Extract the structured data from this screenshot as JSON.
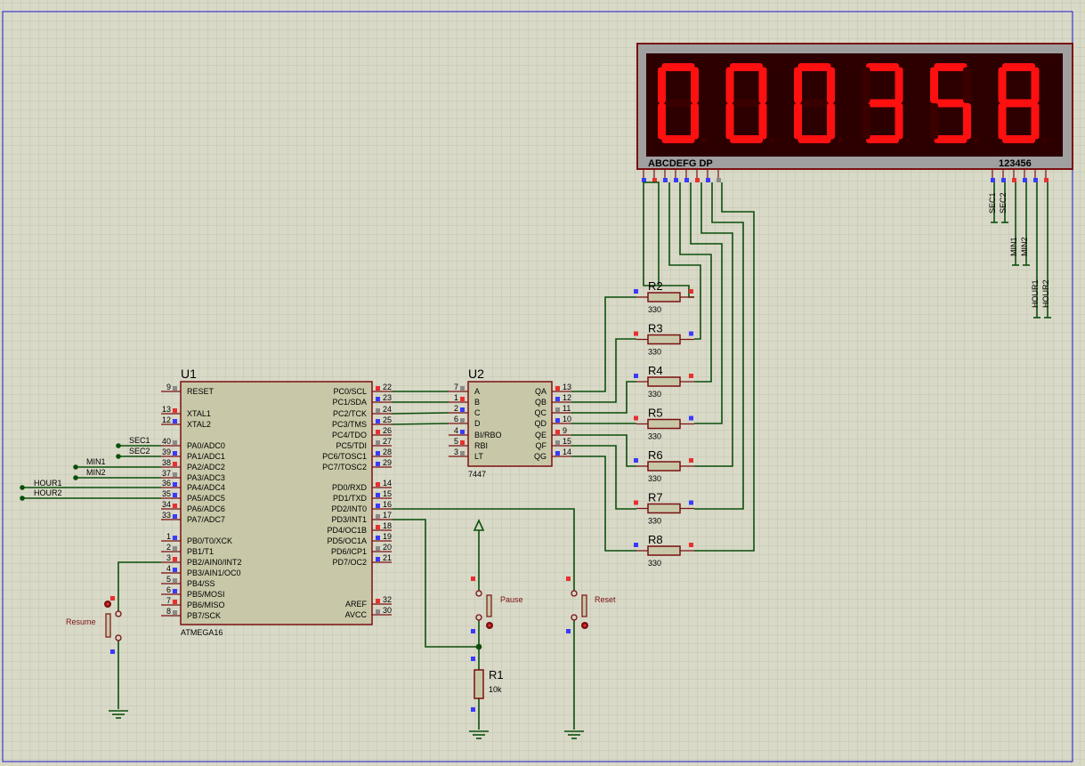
{
  "display": {
    "digits": [
      "0",
      "0",
      "0",
      "3",
      "5",
      "8"
    ],
    "segment_label": "ABCDEFG  DP",
    "digit_select_label": "123456",
    "segment_color": "#ff1010",
    "off_color": "#3a0000"
  },
  "u1": {
    "ref": "U1",
    "part": "ATMEGA16",
    "left_pins": [
      {
        "num": "9",
        "name": "RESET"
      },
      {
        "num": "13",
        "name": "XTAL1"
      },
      {
        "num": "12",
        "name": "XTAL2"
      },
      {
        "num": "40",
        "name": "PA0/ADC0"
      },
      {
        "num": "39",
        "name": "PA1/ADC1"
      },
      {
        "num": "38",
        "name": "PA2/ADC2"
      },
      {
        "num": "37",
        "name": "PA3/ADC3"
      },
      {
        "num": "36",
        "name": "PA4/ADC4"
      },
      {
        "num": "35",
        "name": "PA5/ADC5"
      },
      {
        "num": "34",
        "name": "PA6/ADC6"
      },
      {
        "num": "33",
        "name": "PA7/ADC7"
      },
      {
        "num": "1",
        "name": "PB0/T0/XCK"
      },
      {
        "num": "2",
        "name": "PB1/T1"
      },
      {
        "num": "3",
        "name": "PB2/AIN0/INT2"
      },
      {
        "num": "4",
        "name": "PB3/AIN1/OC0"
      },
      {
        "num": "5",
        "name": "PB4/SS"
      },
      {
        "num": "6",
        "name": "PB5/MOSI"
      },
      {
        "num": "7",
        "name": "PB6/MISO"
      },
      {
        "num": "8",
        "name": "PB7/SCK"
      }
    ],
    "right_pins": [
      {
        "num": "22",
        "name": "PC0/SCL"
      },
      {
        "num": "23",
        "name": "PC1/SDA"
      },
      {
        "num": "24",
        "name": "PC2/TCK"
      },
      {
        "num": "25",
        "name": "PC3/TMS"
      },
      {
        "num": "26",
        "name": "PC4/TDO"
      },
      {
        "num": "27",
        "name": "PC5/TDI"
      },
      {
        "num": "28",
        "name": "PC6/TOSC1"
      },
      {
        "num": "29",
        "name": "PC7/TOSC2"
      },
      {
        "num": "14",
        "name": "PD0/RXD"
      },
      {
        "num": "15",
        "name": "PD1/TXD"
      },
      {
        "num": "16",
        "name": "PD2/INT0"
      },
      {
        "num": "17",
        "name": "PD3/INT1"
      },
      {
        "num": "18",
        "name": "PD4/OC1B"
      },
      {
        "num": "19",
        "name": "PD5/OC1A"
      },
      {
        "num": "20",
        "name": "PD6/ICP1"
      },
      {
        "num": "21",
        "name": "PD7/OC2"
      },
      {
        "num": "32",
        "name": "AREF"
      },
      {
        "num": "30",
        "name": "AVCC"
      }
    ]
  },
  "u2": {
    "ref": "U2",
    "part": "7447",
    "left_pins": [
      {
        "num": "7",
        "name": "A"
      },
      {
        "num": "1",
        "name": "B"
      },
      {
        "num": "2",
        "name": "C"
      },
      {
        "num": "6",
        "name": "D"
      },
      {
        "num": "4",
        "name": "BI/RBO"
      },
      {
        "num": "5",
        "name": "RBI"
      },
      {
        "num": "3",
        "name": "LT"
      }
    ],
    "right_pins": [
      {
        "num": "13",
        "name": "QA"
      },
      {
        "num": "12",
        "name": "QB"
      },
      {
        "num": "11",
        "name": "QC"
      },
      {
        "num": "10",
        "name": "QD"
      },
      {
        "num": "9",
        "name": "QE"
      },
      {
        "num": "15",
        "name": "QF"
      },
      {
        "num": "14",
        "name": "QG"
      }
    ]
  },
  "resistors": [
    {
      "ref": "R2",
      "value": "330"
    },
    {
      "ref": "R3",
      "value": "330"
    },
    {
      "ref": "R4",
      "value": "330"
    },
    {
      "ref": "R5",
      "value": "330"
    },
    {
      "ref": "R6",
      "value": "330"
    },
    {
      "ref": "R7",
      "value": "330"
    },
    {
      "ref": "R8",
      "value": "330"
    }
  ],
  "r1": {
    "ref": "R1",
    "value": "10k"
  },
  "buttons": {
    "resume": "Resume",
    "pause": "Pause",
    "reset": "Reset"
  },
  "nets": {
    "sec1": "SEC1",
    "sec2": "SEC2",
    "min1": "MIN1",
    "min2": "MIN2",
    "hour1": "HOUR1",
    "hour2": "HOUR2"
  },
  "colors": {
    "background": "#d9d9c8",
    "wire": "#0b4f0b",
    "component": "#7a1010",
    "ic_fill": "#c8c8a8",
    "pin_red": "#e83030",
    "pin_blue": "#3a3aff",
    "pin_gray": "#8a8a8a"
  }
}
